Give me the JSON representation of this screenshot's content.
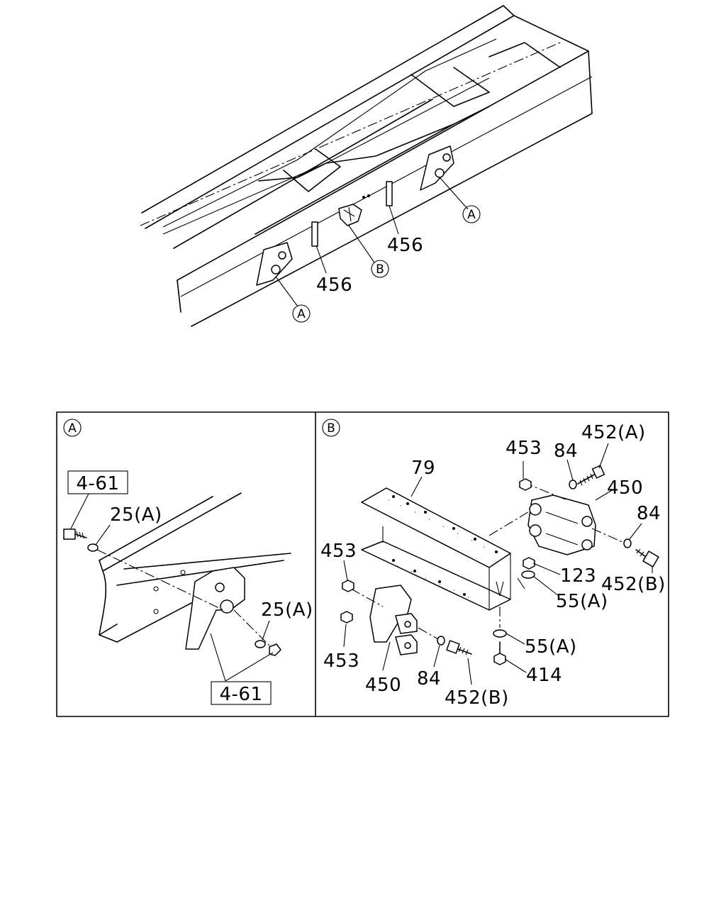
{
  "overview": {
    "callout_a_1": "A",
    "callout_a_2": "A",
    "callout_b": "B",
    "part_456_left": "456",
    "part_456_right": "456"
  },
  "detail_a": {
    "header": "A",
    "ref_box_top": "4-61",
    "ref_box_bottom": "4-61",
    "washer_upper": "25(A)",
    "washer_lower": "25(A)"
  },
  "detail_b": {
    "header": "B",
    "plate": "79",
    "nut_upper": "453",
    "washer_upper": "84",
    "bolt_upper": "452(A)",
    "bracket_right": "450",
    "washer_right": "84",
    "nut_123": "123",
    "bolt_right_b": "452(B)",
    "washer_55_upper": "55(A)",
    "nut_left_upper": "453",
    "nut_left_lower": "453",
    "bracket_left": "450",
    "washer_84_lower": "84",
    "bolt_lower_b": "452(B)",
    "washer_55_lower": "55(A)",
    "bolt_414": "414"
  }
}
